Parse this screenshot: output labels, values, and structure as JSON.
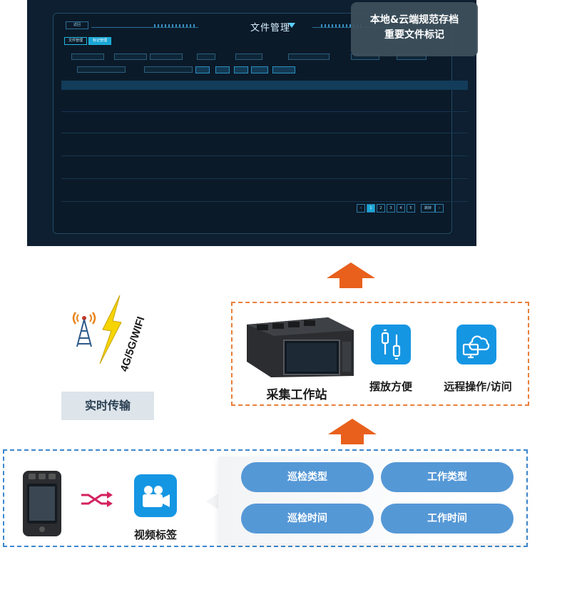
{
  "file_screen": {
    "title": "文件管理",
    "tabs": [
      {
        "label": "文件管理"
      },
      {
        "label": "标记管理"
      }
    ],
    "corner_tab": "返回",
    "pagination": {
      "pages": [
        "1",
        "2",
        "3",
        "4",
        "5"
      ],
      "current": "1",
      "go_label": "跳转"
    }
  },
  "archive_tag": {
    "line1": "本地&云端规范存档",
    "line2": "重要文件标记"
  },
  "network": {
    "text": "4G/5G/WIFI",
    "label": "实时传输"
  },
  "station": {
    "caption": "采集工作站",
    "feature1": "摆放方便",
    "feature2": "远程操作/访问"
  },
  "bottom": {
    "video_label": "视频标签",
    "tags": [
      {
        "label": "巡检类型"
      },
      {
        "label": "工作类型"
      },
      {
        "label": "巡检时间"
      },
      {
        "label": "工作时间"
      }
    ]
  },
  "colors": {
    "accent_blue": "#1596e3",
    "arrow_orange": "#e8601c",
    "dash_orange": "#ea7f3a",
    "dash_blue": "#3b87cf",
    "tag_blue": "#5598d6",
    "screen_bg": "#0d1f30"
  }
}
